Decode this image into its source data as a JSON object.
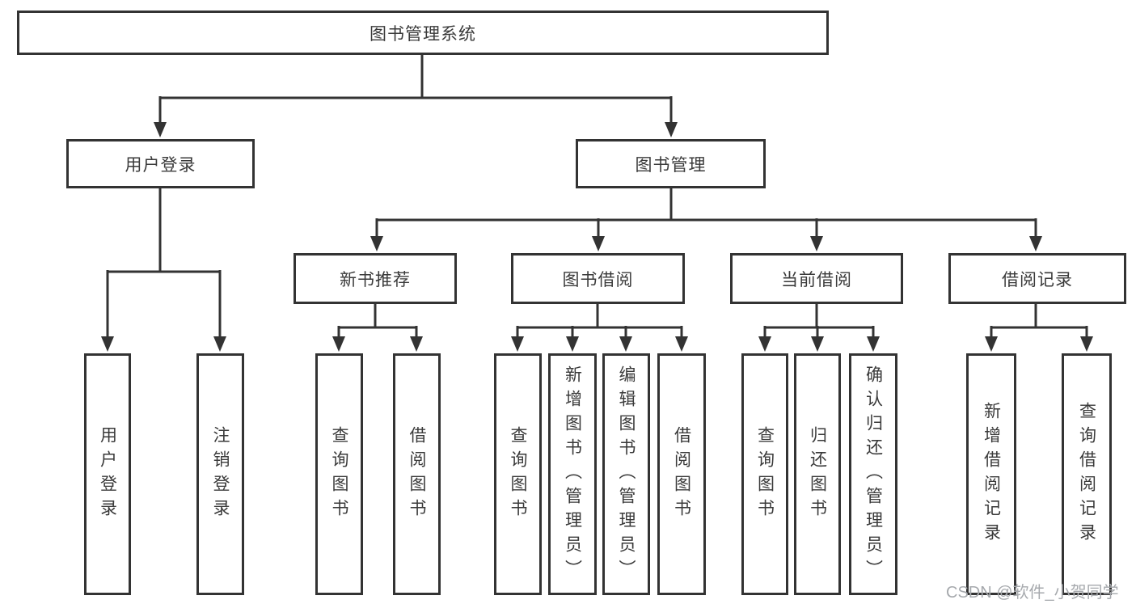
{
  "diagram": {
    "root": {
      "label": "图书管理系统"
    },
    "branches": [
      {
        "label": "用户登录",
        "children": [
          {
            "label": "用户登录"
          },
          {
            "label": "注销登录"
          }
        ]
      },
      {
        "label": "图书管理",
        "children": [
          {
            "label": "新书推荐",
            "children": [
              {
                "label": "查询图书"
              },
              {
                "label": "借阅图书"
              }
            ]
          },
          {
            "label": "图书借阅",
            "children": [
              {
                "label": "查询图书"
              },
              {
                "label": "新增图书（管理员）"
              },
              {
                "label": "编辑图书（管理员）"
              },
              {
                "label": "借阅图书"
              }
            ]
          },
          {
            "label": "当前借阅",
            "children": [
              {
                "label": "查询图书"
              },
              {
                "label": "归还图书"
              },
              {
                "label": "确认归还（管理员）"
              }
            ]
          },
          {
            "label": "借阅记录",
            "children": [
              {
                "label": "新增借阅记录"
              },
              {
                "label": "查询借阅记录"
              }
            ]
          }
        ]
      }
    ]
  },
  "watermark": {
    "text": "CSDN @软件_小贺同学"
  },
  "colors": {
    "line": "#333333",
    "text": "#3a3a3a",
    "watermark": "#a6a9ad",
    "background": "#ffffff"
  }
}
